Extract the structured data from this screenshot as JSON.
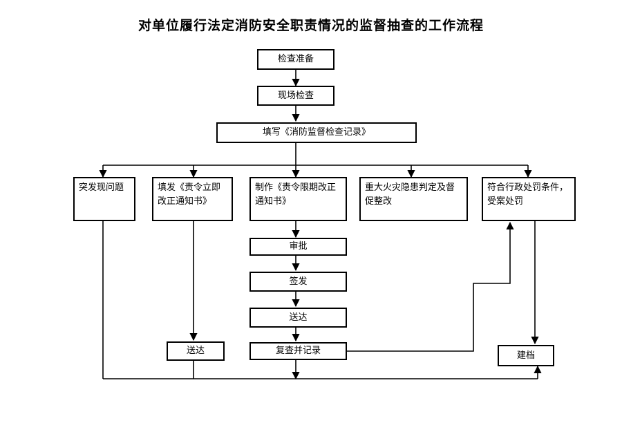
{
  "title": "对单位履行法定消防安全职责情况的监督抽查的工作流程",
  "steps": {
    "prep": "检查准备",
    "onsite": "现场检查",
    "record": "填写《消防监督检查记录》"
  },
  "branches": {
    "sudden": "突发现问题",
    "immediate": "填发《责令立即改正通知书》",
    "deadline": "制作《责令限期改正通知书》",
    "major": "重大火灾隐患判定及督促整改",
    "penalty": "符合行政处罚条件，受案处罚"
  },
  "sub": {
    "approve": "审批",
    "sign": "签发",
    "deliver": "送达",
    "review": "复查并记录"
  },
  "left_deliver": "送达",
  "archive": "建档"
}
